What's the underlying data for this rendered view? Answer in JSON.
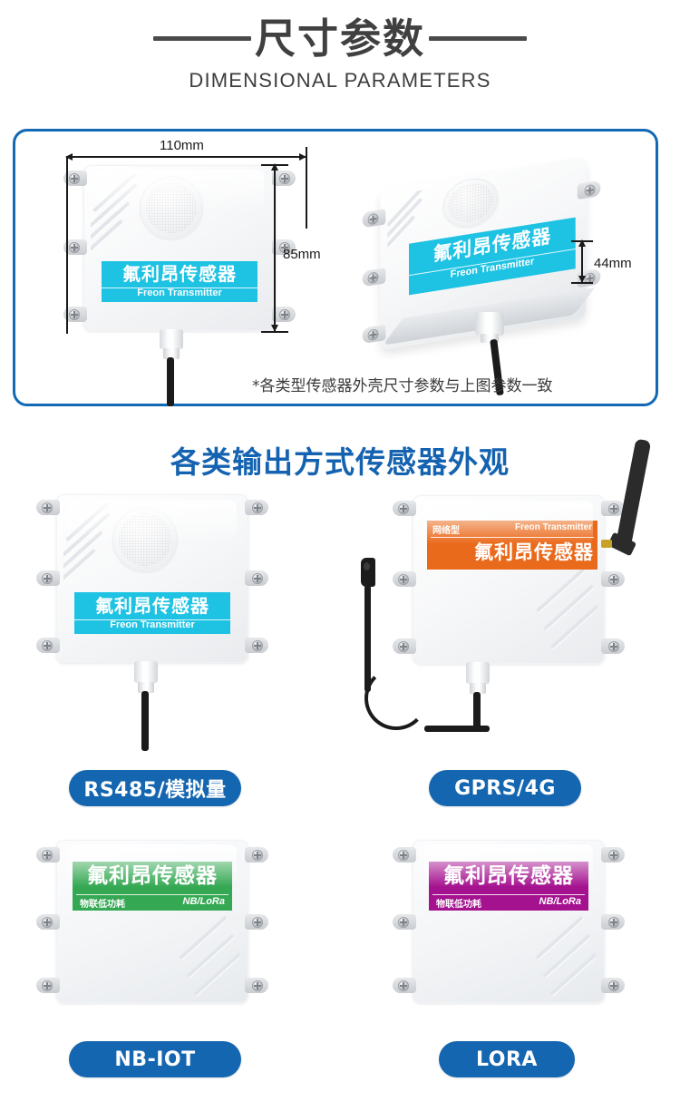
{
  "header": {
    "title_cn": "尺寸参数",
    "title_en": "DIMENSIONAL PARAMETERS"
  },
  "dimension_section": {
    "width_label": "110mm",
    "height_label": "85mm",
    "depth_label": "44mm",
    "note": "*各类型传感器外壳尺寸参数与上图参数一致",
    "border_color": "#1268b3",
    "front_view": {
      "label_cn": "氟利昂传感器",
      "label_en": "Freon Transmitter",
      "label_color": "#1ec2e3"
    },
    "perspective_view": {
      "label_cn": "氟利昂传感器",
      "label_en": "Freon Transmitter",
      "label_color": "#1ec2e3"
    }
  },
  "variants_section": {
    "heading": "各类输出方式传感器外观",
    "heading_color": "#1563b0",
    "badge_color": "#1466b0",
    "items": [
      {
        "badge": "RS485/模拟量",
        "label_cn": "氟利昂传感器",
        "label_en": "Freon Transmitter",
        "label_color": "#1ec2e3",
        "sub_left": "",
        "sub_right": ""
      },
      {
        "badge": "GPRS/4G",
        "label_cn": "氟利昂传感器",
        "label_en": "Freon Transmitter",
        "label_color": "#ea6a1c",
        "sub_left": "网络型",
        "sub_right": ""
      },
      {
        "badge": "NB-IOT",
        "label_cn": "氟利昂传感器",
        "label_en": "",
        "label_color": "#35a853",
        "sub_left": "物联低功耗",
        "sub_right": "NB/LoRa"
      },
      {
        "badge": "LORA",
        "label_cn": "氟利昂传感器",
        "label_en": "",
        "label_color": "#a5128f",
        "sub_left": "物联低功耗",
        "sub_right": "NB/LoRa"
      }
    ]
  }
}
